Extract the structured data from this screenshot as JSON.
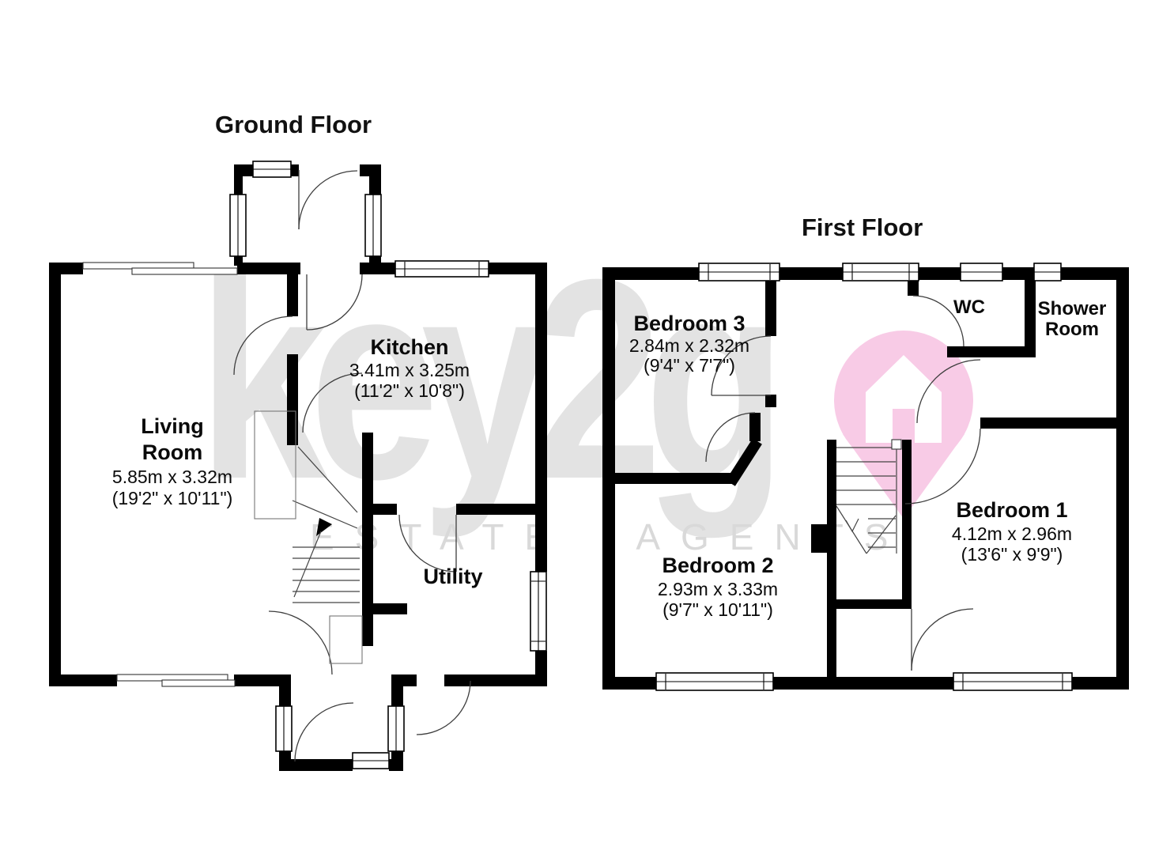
{
  "watermark": {
    "brand": "key2g",
    "tagline": "ESTATE AGENTS",
    "pin_color": "#f8cbe6",
    "gray": "#e3e3e3"
  },
  "ground_floor": {
    "title": "Ground Floor",
    "rooms": {
      "living": {
        "line1": "Living",
        "line2": "Room",
        "dims_m": "5.85m x 3.32m",
        "dims_ft": "(19'2\" x 10'11\")"
      },
      "kitchen": {
        "name": "Kitchen",
        "dims_m": "3.41m x 3.25m",
        "dims_ft": "(11'2\" x 10'8\")"
      },
      "utility": {
        "name": "Utility"
      }
    }
  },
  "first_floor": {
    "title": "First Floor",
    "rooms": {
      "bedroom1": {
        "name": "Bedroom 1",
        "dims_m": "4.12m x 2.96m",
        "dims_ft": "(13'6\" x 9'9\")"
      },
      "bedroom2": {
        "name": "Bedroom 2",
        "dims_m": "2.93m x 3.33m",
        "dims_ft": "(9'7\" x 10'11\")"
      },
      "bedroom3": {
        "name": "Bedroom 3",
        "dims_m": "2.84m x 2.32m",
        "dims_ft": "(9'4\" x 7'7\")"
      },
      "wc": {
        "name": "WC"
      },
      "shower": {
        "line1": "Shower",
        "line2": "Room"
      }
    }
  }
}
